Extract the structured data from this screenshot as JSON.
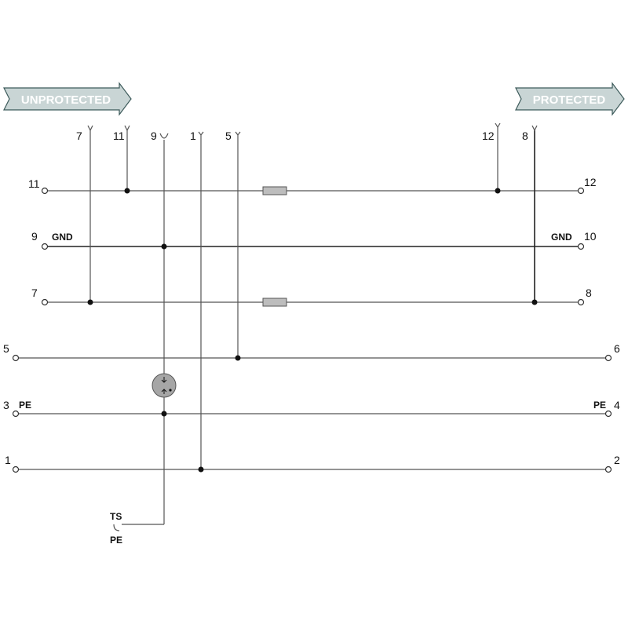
{
  "banners": {
    "left": "UNPROTECTED",
    "right": "PROTECTED",
    "arrow_fill": "#c9d5d5",
    "arrow_stroke": "#3c5a5a"
  },
  "top_pins": {
    "p7": "7",
    "p11": "11",
    "p9": "9",
    "p1": "1",
    "p5": "5",
    "p12": "12",
    "p8": "8"
  },
  "left_terminals": {
    "t11": "11",
    "t9": "9",
    "t7": "7",
    "t5": "5",
    "t3": "3",
    "t1": "1"
  },
  "right_terminals": {
    "t12": "12",
    "t10": "10",
    "t8": "8",
    "t6": "6",
    "t4": "4",
    "t2": "2"
  },
  "tags": {
    "gnd_left": "GND",
    "gnd_right": "GND",
    "pe_left": "PE",
    "pe_right": "PE",
    "ts": "TS",
    "pe_bottom": "PE"
  }
}
